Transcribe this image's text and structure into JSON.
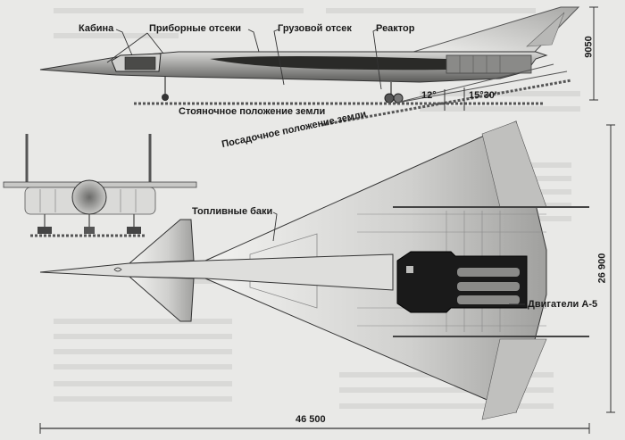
{
  "diagram": {
    "labels": {
      "cockpit": "Кабина",
      "instrument_bays": "Приборные отсеки",
      "cargo_bay": "Грузовой отсек",
      "reactor": "Реактор",
      "parking_ground": "Стояночное положение земли",
      "landing_ground": "Посадочное положение земли",
      "fuel_tanks": "Топливные баки",
      "engines": "Двигатели А-5"
    },
    "dimensions": {
      "height": "9050",
      "span": "26 900",
      "length": "46 500",
      "angle_1": "12°",
      "angle_2": "15°30'"
    }
  }
}
